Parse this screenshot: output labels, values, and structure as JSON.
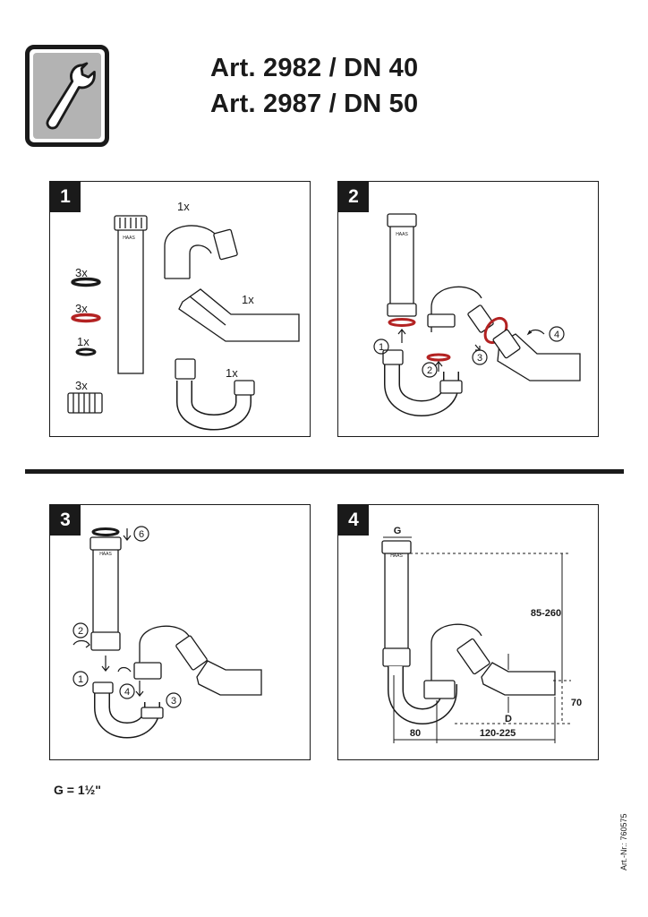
{
  "header": {
    "title_line1": "Art. 2982 / DN 40",
    "title_line2": "Art. 2987 / DN 50",
    "icon": "wrench-icon"
  },
  "panels": [
    {
      "number": "1",
      "parts": [
        {
          "qty": "3x",
          "item": "black-seal"
        },
        {
          "qty": "3x",
          "item": "red-seal"
        },
        {
          "qty": "1x",
          "item": "small-black-seal"
        },
        {
          "qty": "3x",
          "item": "union-nut"
        },
        {
          "qty": "1x",
          "item": "elbow-bend"
        },
        {
          "qty": "1x",
          "item": "outlet-pipe"
        },
        {
          "qty": "1x",
          "item": "u-trap"
        }
      ],
      "brand": "HAAS"
    },
    {
      "number": "2",
      "steps": [
        "1",
        "2",
        "3",
        "4"
      ],
      "brand": "HAAS"
    },
    {
      "number": "3",
      "steps": [
        "1",
        "2",
        "3",
        "4",
        "6"
      ],
      "brand": "HAAS"
    },
    {
      "number": "4",
      "dimensions": {
        "g": "G",
        "height": "85-260",
        "d": "D",
        "offset": "70",
        "width_left": "80",
        "width_right": "120-225"
      },
      "brand": "HAAS"
    }
  ],
  "footnote": "G = 1½\"",
  "article_number": "Art.-Nr.: 760575",
  "colors": {
    "ink": "#1a1a1a",
    "seal_red": "#b32222",
    "icon_bg": "#b3b3b3"
  }
}
